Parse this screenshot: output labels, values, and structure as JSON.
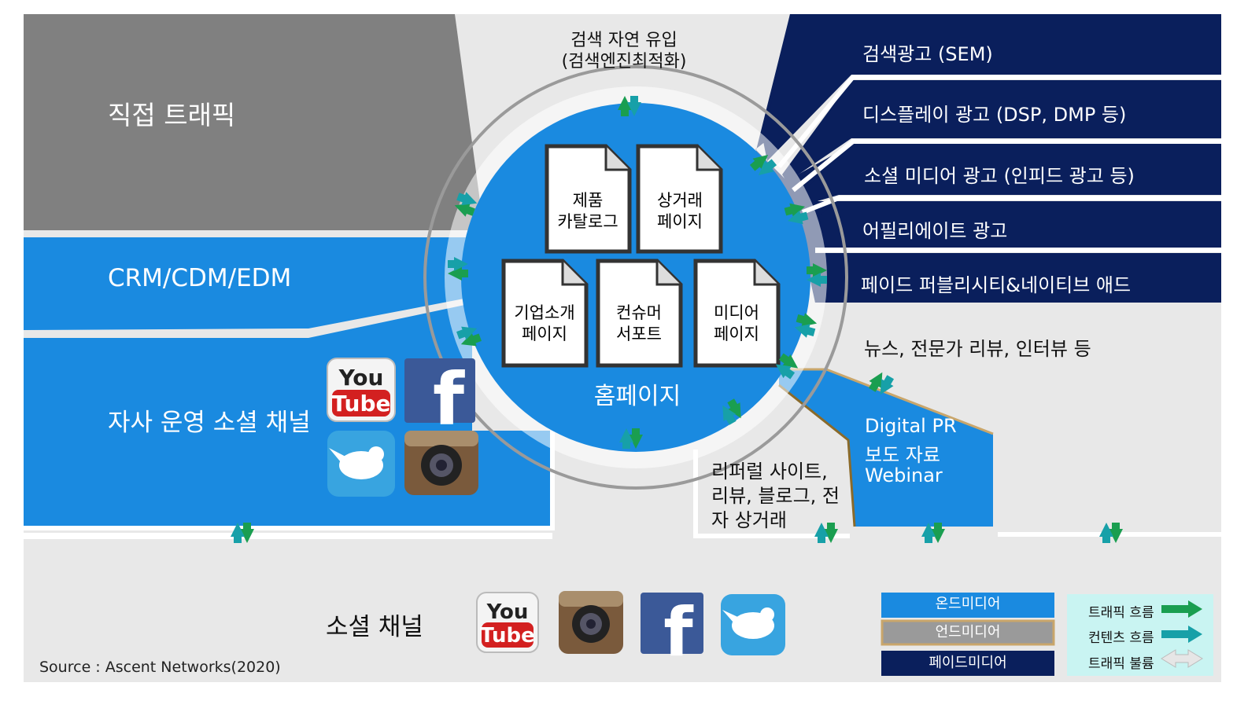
{
  "colors": {
    "paid_navy": "#0a1f5c",
    "owned_blue": "#1a8ae0",
    "earned_gray": "#e8e8e8",
    "direct_gray": "#808080",
    "traffic_green": "#1a9e50",
    "content_teal": "#17a0a8",
    "legend_bg": "#c9f4f2"
  },
  "direct_traffic": "직접 트래픽",
  "search": {
    "line1": "검색 자연 유입",
    "line2": "(검색엔진최적화)"
  },
  "crm": "CRM/CDM/EDM",
  "owned_social": "자사 운영 소셜 채널",
  "paid_items": [
    "검색광고 (SEM)",
    "디스플레이 광고 (DSP, DMP 등)",
    "소셜 미디어 광고 (인피드 광고 등)",
    "어필리에이트  광고",
    "페이드 퍼블리시티&네이티브 애드"
  ],
  "news": "뉴스, 전문가 리뷰, 인터뷰 등",
  "referral": {
    "line1": "리퍼럴 사이트,",
    "line2": "리뷰, 블로그, 전",
    "line3": "자 상거래"
  },
  "digital_pr": {
    "line1": "Digital PR",
    "line2": "보도 자료",
    "line3": "Webinar"
  },
  "homepage": "홈페이지",
  "docs": [
    {
      "line1": "제품",
      "line2": "카탈로그"
    },
    {
      "line1": "상거래",
      "line2": "페이지"
    },
    {
      "line1": "기업소개",
      "line2": "페이지"
    },
    {
      "line1": "컨슈머",
      "line2": "서포트"
    },
    {
      "line1": "미디어",
      "line2": "페이지"
    }
  ],
  "social_icons": [
    {
      "icon": "youtube-icon",
      "line1": "You",
      "line2": "Tube"
    },
    {
      "icon": "facebook-icon",
      "glyph": "f"
    },
    {
      "icon": "twitter-icon"
    },
    {
      "icon": "instagram-icon"
    }
  ],
  "social_channel": "소셜 채널",
  "legend": {
    "owned": "온드미디어",
    "earned": "언드미디어",
    "paid": "페이드미디어",
    "traffic": "트래픽 흐름",
    "content": "컨텐츠 흐름",
    "block": "트래픽 불륨"
  },
  "source": "Source : Ascent Networks(2020)"
}
